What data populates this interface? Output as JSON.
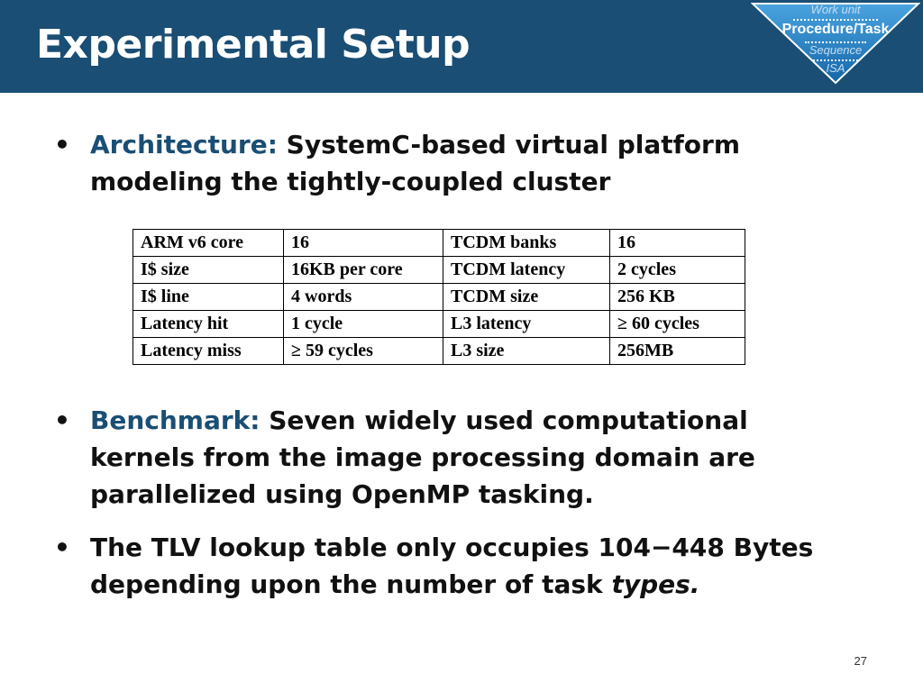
{
  "slide": {
    "title": "Experimental Setup",
    "page_number": "27"
  },
  "hierarchy": {
    "levels": [
      "Work unit",
      "Procedure/Task",
      "Sequence",
      "ISA"
    ],
    "active": "Procedure/Task"
  },
  "bullets": [
    {
      "label": "Architecture:",
      "text": " SystemC-based virtual platform modeling the tightly-coupled cluster"
    },
    {
      "label": "Benchmark:",
      "text": " Seven widely used computational kernels from the image processing domain are parallelized using OpenMP tasking."
    },
    {
      "label": "",
      "text": "The TLV lookup table only occupies 104−448 Bytes depending upon the number of task ",
      "italic_tail": "types."
    }
  ],
  "spec_table": {
    "rows": [
      [
        "ARM v6 core",
        "16",
        "TCDM banks",
        "16"
      ],
      [
        "I$ size",
        "16KB per core",
        "TCDM latency",
        "2 cycles"
      ],
      [
        "I$ line",
        "4 words",
        "TCDM size",
        "256 KB"
      ],
      [
        "Latency hit",
        "1 cycle",
        "L3 latency",
        "≥ 60 cycles"
      ],
      [
        "Latency miss",
        "≥ 59 cycles",
        "L3 size",
        "256MB"
      ]
    ]
  },
  "colors": {
    "header_bg": "#1a4e74",
    "accent_label": "#1a4e74",
    "triangle_fill": "#1d7fc0"
  },
  "bullet_glyph": "•"
}
